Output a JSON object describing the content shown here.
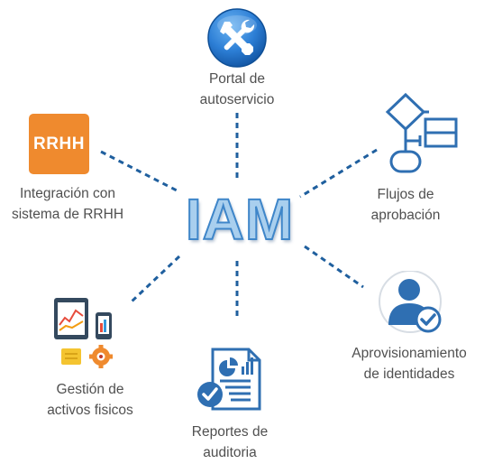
{
  "center": {
    "title": "IAM"
  },
  "nodes": {
    "portal": {
      "line1": "Portal de",
      "line2": "autoservicio",
      "icon": "tools-icon"
    },
    "rrhh": {
      "line1": "Integración con",
      "line2": "sistema de RRHH",
      "icon": "rrhh-icon",
      "icon_text": "RRHH"
    },
    "flujos": {
      "line1": "Flujos de",
      "line2": "aprobación",
      "icon": "flowchart-icon"
    },
    "aprovisionamiento": {
      "line1": "Aprovisionamiento",
      "line2": "de identidades",
      "icon": "user-check-icon"
    },
    "reportes": {
      "line1": "Reportes de",
      "line2": "auditoria",
      "icon": "report-icon"
    },
    "gestion": {
      "line1": "Gestión de",
      "line2": "activos fisicos",
      "icon": "devices-icon"
    }
  },
  "colors": {
    "connector": "#1f5f9e",
    "accent_blue": "#2f6fb2",
    "icon_orange": "#ef8a2e",
    "icon_yellow": "#f4c430"
  }
}
